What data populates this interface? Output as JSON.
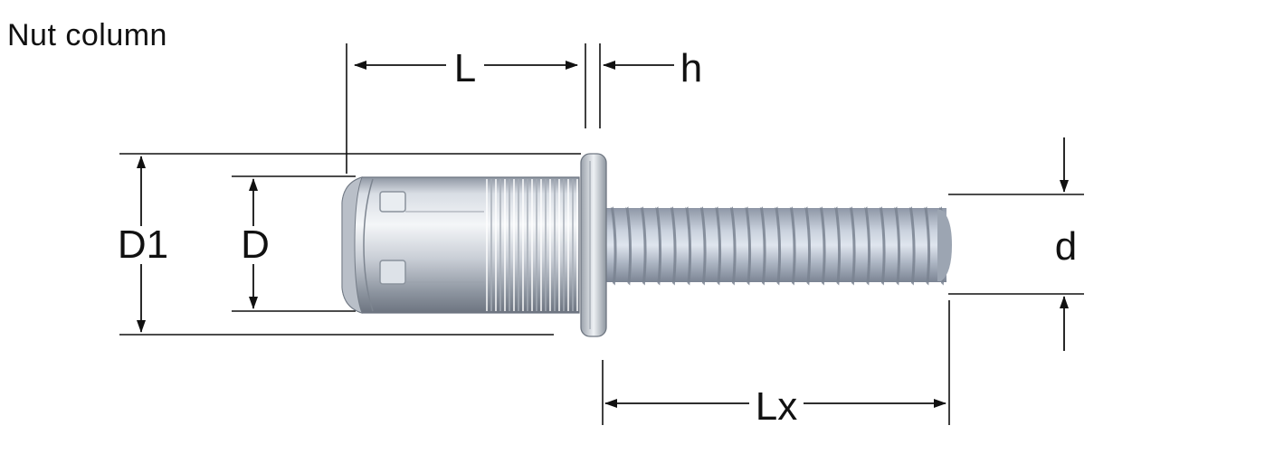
{
  "title": "Nut column",
  "dimensions": {
    "L": "L",
    "h": "h",
    "D1": "D1",
    "D": "D",
    "d": "d",
    "Lx": "Lx"
  }
}
